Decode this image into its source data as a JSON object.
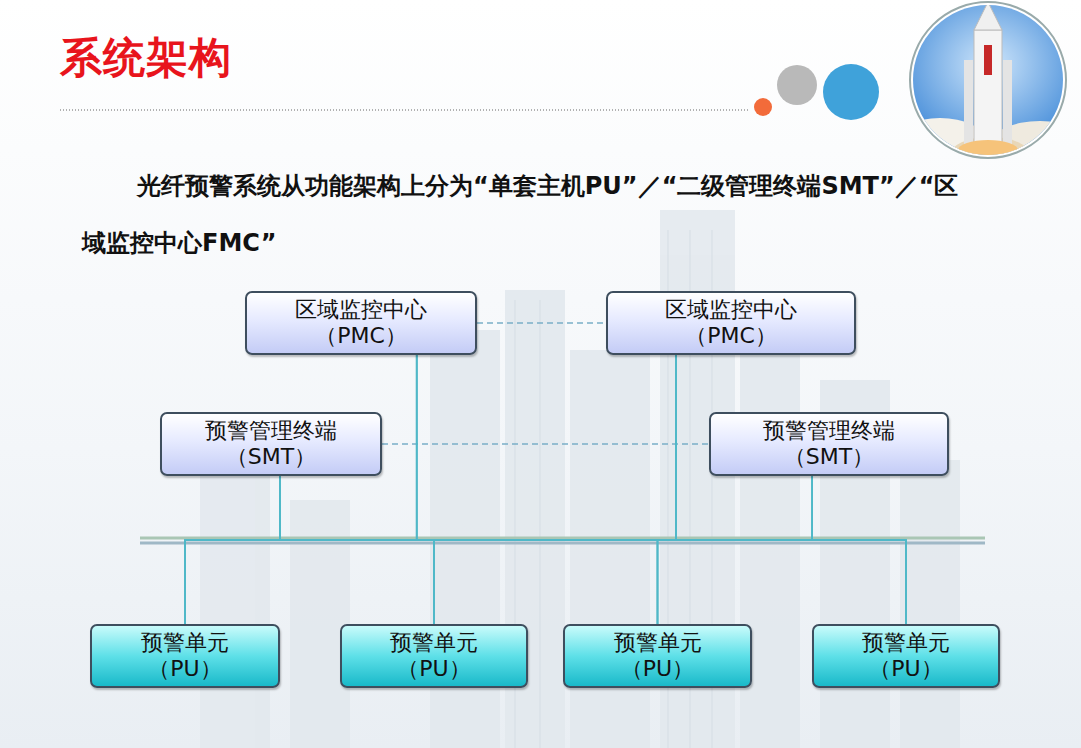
{
  "diagram": {
    "title": "系统架构",
    "nodes": [
      {
        "text": [
          "区域监控中心",
          "（PMC）"
        ]
      },
      {
        "text": [
          "区域监控中心",
          "（PMC）"
        ]
      },
      {
        "text": [
          "预警管理终端",
          "（SMT）"
        ]
      },
      {
        "text": [
          "预警管理终端",
          "（SMT）"
        ]
      },
      {
        "text": [
          "预警单元",
          "（PU）"
        ]
      },
      {
        "text": [
          "预警单元",
          "（PU）"
        ]
      },
      {
        "text": [
          "预警单元",
          "（PU）"
        ]
      },
      {
        "text": [
          "预警单元",
          "（PU）"
        ]
      }
    ],
    "edges": [
      {
        "from": 0,
        "to": 1,
        "arrow": "none"
      },
      {
        "from": 2,
        "to": 3,
        "arrow": "none"
      },
      {
        "from": 0,
        "to": 4,
        "arrow": "none"
      },
      {
        "from": 0,
        "to": 5,
        "arrow": "none"
      },
      {
        "from": 0,
        "to": 6,
        "arrow": "none"
      },
      {
        "from": 0,
        "to": 7,
        "arrow": "none"
      },
      {
        "from": 1,
        "to": 4,
        "arrow": "none"
      },
      {
        "from": 1,
        "to": 5,
        "arrow": "none"
      },
      {
        "from": 1,
        "to": 6,
        "arrow": "none"
      },
      {
        "from": 1,
        "to": 7,
        "arrow": "none"
      },
      {
        "from": 2,
        "to": 4,
        "arrow": "none"
      },
      {
        "from": 2,
        "to": 5,
        "arrow": "none"
      },
      {
        "from": 2,
        "to": 6,
        "arrow": "none"
      },
      {
        "from": 2,
        "to": 7,
        "arrow": "none"
      },
      {
        "from": 3,
        "to": 4,
        "arrow": "none"
      },
      {
        "from": 3,
        "to": 5,
        "arrow": "none"
      },
      {
        "from": 3,
        "to": 6,
        "arrow": "none"
      },
      {
        "from": 3,
        "to": 7,
        "arrow": "none"
      }
    ],
    "labels": [
      "光纤预警系统从功能架构上分为“单套主机PU”／“二级管理终端SMT”／“区域监控中心FMC”"
    ]
  }
}
